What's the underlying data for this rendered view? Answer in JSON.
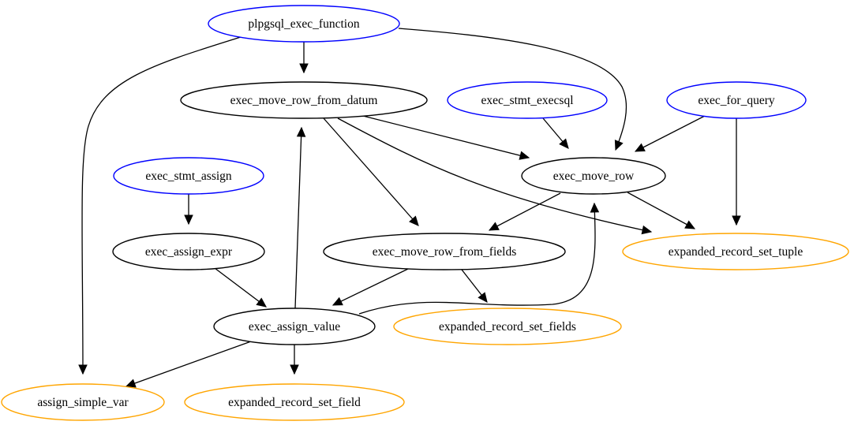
{
  "diagram": {
    "type": "call-graph",
    "colors": {
      "entry": "#0000ff",
      "internal": "#000000",
      "leaf": "#ffa500"
    },
    "nodes": [
      {
        "id": "plpgsql_exec_function",
        "label": "plpgsql_exec_function",
        "kind": "entry"
      },
      {
        "id": "exec_move_row_from_datum",
        "label": "exec_move_row_from_datum",
        "kind": "internal"
      },
      {
        "id": "exec_stmt_execsql",
        "label": "exec_stmt_execsql",
        "kind": "entry"
      },
      {
        "id": "exec_for_query",
        "label": "exec_for_query",
        "kind": "entry"
      },
      {
        "id": "exec_stmt_assign",
        "label": "exec_stmt_assign",
        "kind": "entry"
      },
      {
        "id": "exec_move_row",
        "label": "exec_move_row",
        "kind": "internal"
      },
      {
        "id": "exec_assign_expr",
        "label": "exec_assign_expr",
        "kind": "internal"
      },
      {
        "id": "exec_move_row_from_fields",
        "label": "exec_move_row_from_fields",
        "kind": "internal"
      },
      {
        "id": "expanded_record_set_tuple",
        "label": "expanded_record_set_tuple",
        "kind": "leaf"
      },
      {
        "id": "exec_assign_value",
        "label": "exec_assign_value",
        "kind": "internal"
      },
      {
        "id": "expanded_record_set_fields",
        "label": "expanded_record_set_fields",
        "kind": "leaf"
      },
      {
        "id": "assign_simple_var",
        "label": "assign_simple_var",
        "kind": "leaf"
      },
      {
        "id": "expanded_record_set_field",
        "label": "expanded_record_set_field",
        "kind": "leaf"
      }
    ],
    "edges": [
      {
        "from": "plpgsql_exec_function",
        "to": "exec_move_row_from_datum"
      },
      {
        "from": "plpgsql_exec_function",
        "to": "exec_move_row"
      },
      {
        "from": "plpgsql_exec_function",
        "to": "assign_simple_var"
      },
      {
        "from": "exec_move_row_from_datum",
        "to": "exec_move_row"
      },
      {
        "from": "exec_move_row_from_datum",
        "to": "exec_move_row_from_fields"
      },
      {
        "from": "exec_move_row_from_datum",
        "to": "expanded_record_set_tuple"
      },
      {
        "from": "exec_stmt_execsql",
        "to": "exec_move_row"
      },
      {
        "from": "exec_for_query",
        "to": "exec_move_row"
      },
      {
        "from": "exec_for_query",
        "to": "expanded_record_set_tuple"
      },
      {
        "from": "exec_move_row",
        "to": "exec_move_row_from_fields"
      },
      {
        "from": "exec_move_row",
        "to": "expanded_record_set_tuple"
      },
      {
        "from": "exec_stmt_assign",
        "to": "exec_assign_expr"
      },
      {
        "from": "exec_assign_expr",
        "to": "exec_assign_value"
      },
      {
        "from": "exec_move_row_from_fields",
        "to": "exec_assign_value"
      },
      {
        "from": "exec_move_row_from_fields",
        "to": "expanded_record_set_fields"
      },
      {
        "from": "exec_assign_value",
        "to": "exec_move_row_from_datum"
      },
      {
        "from": "exec_assign_value",
        "to": "exec_move_row"
      },
      {
        "from": "exec_assign_value",
        "to": "assign_simple_var"
      },
      {
        "from": "exec_assign_value",
        "to": "expanded_record_set_field"
      }
    ]
  }
}
